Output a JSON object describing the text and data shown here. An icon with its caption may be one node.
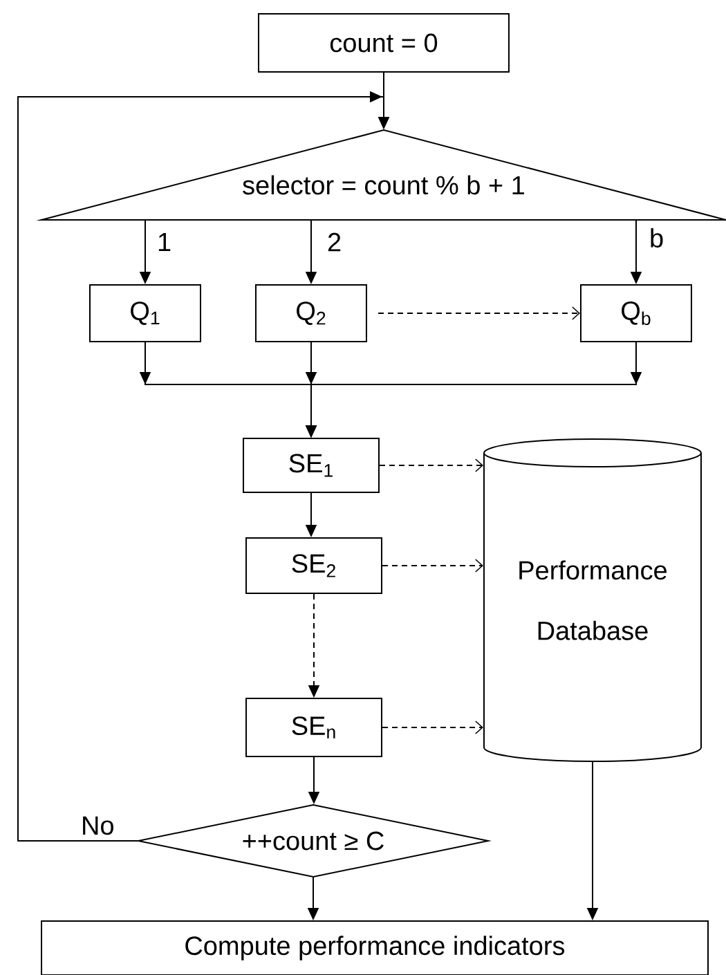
{
  "diagram": {
    "nodes": [
      {
        "text": [
          "count = 0"
        ]
      },
      {
        "text": [
          "selector = count % b + 1"
        ]
      },
      {
        "text": [
          "Q$_{1}$"
        ]
      },
      {
        "text": [
          "Q$_{2}$"
        ]
      },
      {
        "text": [
          "Q$_{b}$"
        ]
      },
      {
        "text": [
          "SE$_{1}$"
        ]
      },
      {
        "text": [
          "SE$_{2}$"
        ]
      },
      {
        "text": [
          "SE$_{n}$"
        ]
      },
      {
        "text": [
          "Performance Database"
        ]
      },
      {
        "text": [
          "++count ≥ C"
        ]
      },
      {
        "text": [
          "Compute performance indicators"
        ]
      }
    ],
    "edges": [
      {
        "from": 0,
        "to": 1,
        "arrow": "to"
      },
      {
        "from": 9,
        "to": 1,
        "arrow": "to",
        "label": "No"
      },
      {
        "from": 1,
        "to": 2,
        "arrow": "to",
        "label": "1"
      },
      {
        "from": 1,
        "to": 3,
        "arrow": "to",
        "label": "2"
      },
      {
        "from": 1,
        "to": 4,
        "arrow": "to",
        "label": "b"
      },
      {
        "from": 2,
        "to": 5,
        "arrow": "to"
      },
      {
        "from": 3,
        "to": 5,
        "arrow": "to"
      },
      {
        "from": 4,
        "to": 5,
        "arrow": "to"
      },
      {
        "from": 3,
        "to": 4,
        "arrow": "to",
        "style": "dashed"
      },
      {
        "from": 5,
        "to": 6,
        "arrow": "to"
      },
      {
        "from": 6,
        "to": 7,
        "arrow": "to",
        "style": "dashed"
      },
      {
        "from": 5,
        "to": 8,
        "arrow": "to",
        "style": "dashed"
      },
      {
        "from": 6,
        "to": 8,
        "arrow": "to",
        "style": "dashed"
      },
      {
        "from": 7,
        "to": 8,
        "arrow": "to",
        "style": "dashed"
      },
      {
        "from": 7,
        "to": 9,
        "arrow": "to"
      },
      {
        "from": 9,
        "to": 10,
        "arrow": "to"
      },
      {
        "from": 8,
        "to": 10,
        "arrow": "to"
      }
    ]
  }
}
